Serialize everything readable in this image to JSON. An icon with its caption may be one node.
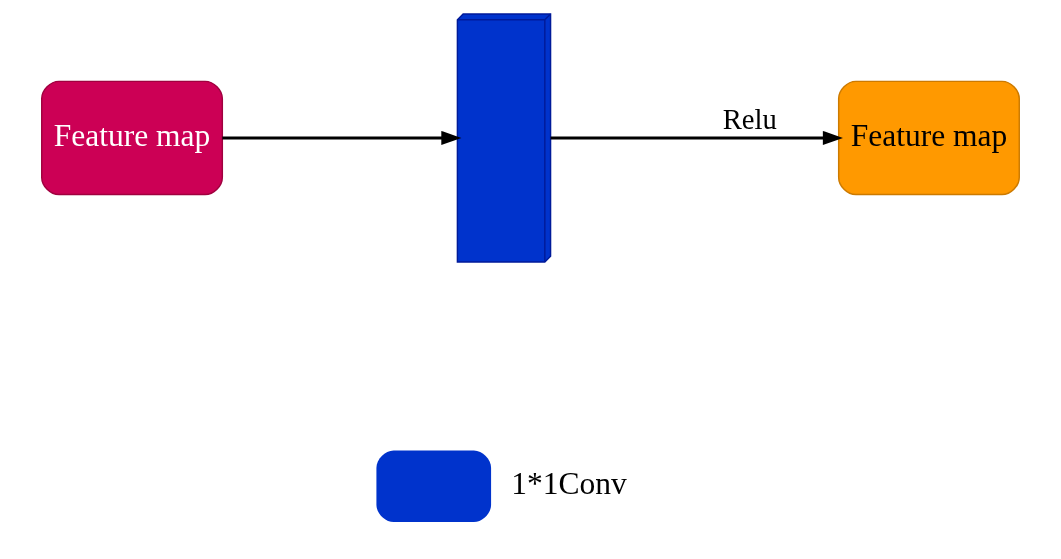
{
  "diagram": {
    "nodes": [
      {
        "text": [
          "Feature map"
        ]
      },
      {
        "text": [],
        "shape": "box"
      },
      {
        "text": [
          "Feature map"
        ]
      }
    ],
    "edges": [
      {
        "from": 0,
        "to": 1,
        "arrow": "to"
      },
      {
        "from": 1,
        "to": 2,
        "arrow": "to",
        "label": "Relu"
      }
    ],
    "legend": [
      {
        "text": "1*1Conv",
        "color": "#0033cc"
      }
    ]
  }
}
